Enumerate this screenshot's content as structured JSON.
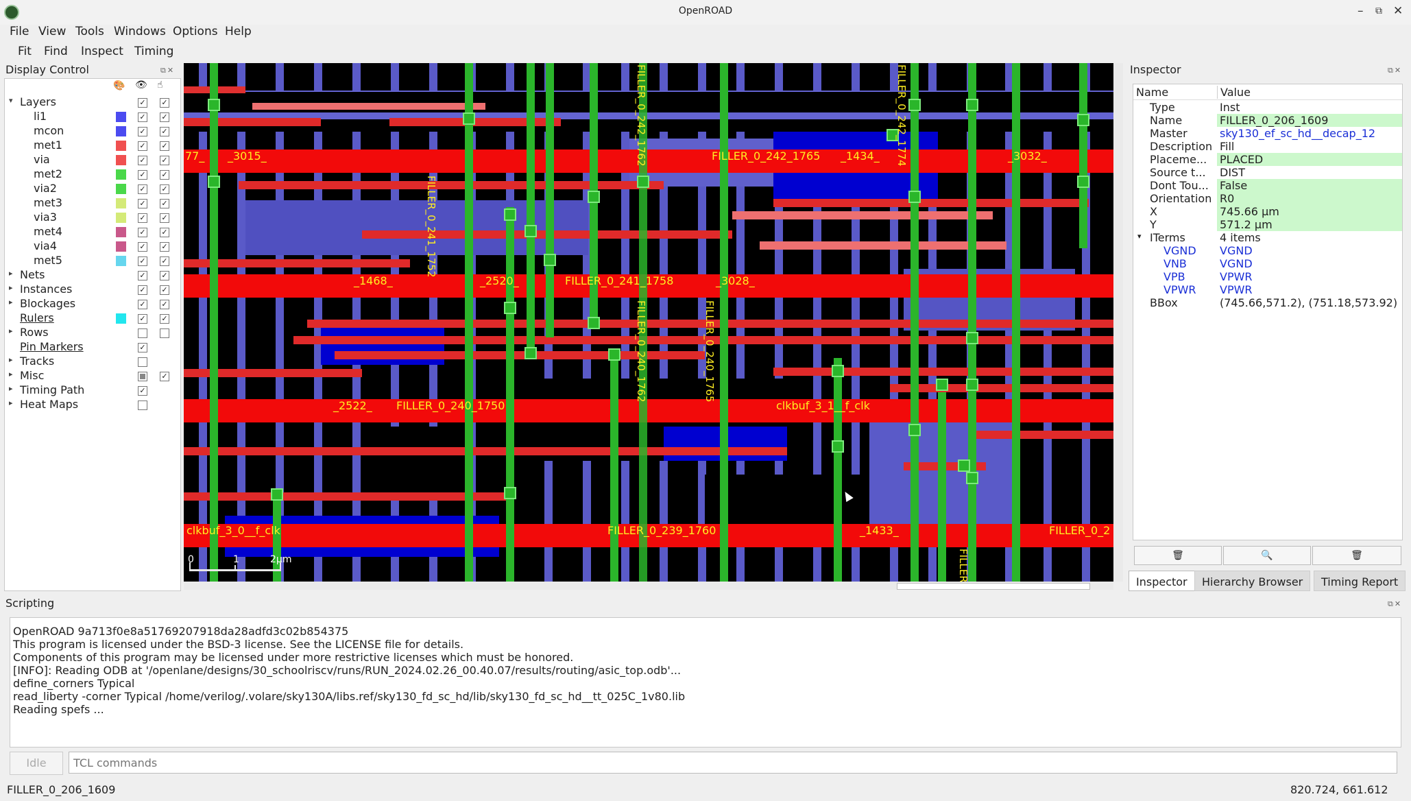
{
  "window": {
    "title": "OpenROAD"
  },
  "menu": [
    "File",
    "View",
    "Tools",
    "Windows",
    "Options",
    "Help"
  ],
  "toolbar": [
    "Fit",
    "Find",
    "Inspect",
    "Timing"
  ],
  "display_control": {
    "title": "Display Control",
    "layers_label": "Layers",
    "layers": [
      {
        "name": "li1",
        "color": "#4b4bf0"
      },
      {
        "name": "mcon",
        "color": "#4b4bf0"
      },
      {
        "name": "met1",
        "color": "#f05050"
      },
      {
        "name": "via",
        "color": "#f05050"
      },
      {
        "name": "met2",
        "color": "#4ad84a"
      },
      {
        "name": "via2",
        "color": "#4ad84a"
      },
      {
        "name": "met3",
        "color": "#d4ea78"
      },
      {
        "name": "via3",
        "color": "#d4ea78"
      },
      {
        "name": "met4",
        "color": "#c9588a"
      },
      {
        "name": "via4",
        "color": "#c9588a"
      },
      {
        "name": "met5",
        "color": "#66d6ee"
      }
    ],
    "groups": [
      "Nets",
      "Instances",
      "Blockages",
      "Rulers",
      "Rows",
      "Pin Markers",
      "Tracks",
      "Misc",
      "Timing Path",
      "Heat Maps"
    ],
    "rulers_color": "#22e6ee"
  },
  "canvas": {
    "labels_h": [
      "77_",
      "_3015_",
      "FILLER_0_242_1765",
      "_1434_",
      "_3032_",
      "_1468_",
      "_2520_",
      "FILLER_0_241_1758",
      "_3028_",
      "_2522_",
      "FILLER_0_240_1750",
      "clkbuf_3_1__f_clk",
      "clkbuf_3_0__f_clk",
      "FILLER_0_239_1760",
      "_1433_",
      "FILLER_0_2"
    ],
    "labels_v": [
      "FILLER_0_242_1762",
      "FILLER_0_242_1774",
      "FILLER_0_241_1752",
      "FILLER_0_240_1762",
      "FILLER_0_240_1765",
      "FILLER"
    ],
    "scale": {
      "zero": "0",
      "one": "1",
      "two": "2μm"
    }
  },
  "inspector": {
    "title": "Inspector",
    "col_name": "Name",
    "col_value": "Value",
    "rows": [
      {
        "k": "Type",
        "v": "Inst",
        "hl": false,
        "link": false
      },
      {
        "k": "Name",
        "v": "FILLER_0_206_1609",
        "hl": true,
        "link": false
      },
      {
        "k": "Master",
        "v": "sky130_ef_sc_hd__decap_12",
        "hl": false,
        "link": true
      },
      {
        "k": "Description",
        "v": "Fill",
        "hl": false,
        "link": false
      },
      {
        "k": "Placeme...",
        "v": "PLACED",
        "hl": true,
        "link": false
      },
      {
        "k": "Source t...",
        "v": "DIST",
        "hl": false,
        "link": false
      },
      {
        "k": "Dont Tou...",
        "v": "False",
        "hl": true,
        "link": false
      },
      {
        "k": "Orientation",
        "v": "R0",
        "hl": true,
        "link": false
      },
      {
        "k": "X",
        "v": "745.66 μm",
        "hl": true,
        "link": false
      },
      {
        "k": "Y",
        "v": "571.2 μm",
        "hl": true,
        "link": false
      }
    ],
    "iterms_label": "ITerms",
    "iterms_value": "4 items",
    "iterms": [
      {
        "k": "VGND",
        "v": "VGND"
      },
      {
        "k": "VNB",
        "v": "VGND"
      },
      {
        "k": "VPB",
        "v": "VPWR"
      },
      {
        "k": "VPWR",
        "v": "VPWR"
      }
    ],
    "bbox_label": "BBox",
    "bbox_value": "(745.66,571.2), (751.18,573.92)",
    "tabs": [
      "Inspector",
      "Hierarchy Browser",
      "Timing Report"
    ]
  },
  "scripting": {
    "title": "Scripting",
    "log": [
      "OpenROAD 9a713f0e8a51769207918da28adfd3c02b854375",
      "This program is licensed under the BSD-3 license. See the LICENSE file for details.",
      "Components of this program may be licensed under more restrictive licenses which must be honored.",
      "[INFO]: Reading ODB at '/openlane/designs/30_schoolriscv/runs/RUN_2024.02.26_00.40.07/results/routing/asic_top.odb'...",
      "define_corners Typical",
      "read_liberty -corner Typical /home/verilog/.volare/sky130A/libs.ref/sky130_fd_sc_hd/lib/sky130_fd_sc_hd__tt_025C_1v80.lib",
      "Reading spefs ..."
    ],
    "idle": "Idle",
    "placeholder": "TCL commands"
  },
  "status": {
    "left": "FILLER_0_206_1609",
    "right": "820.724, 661.612"
  }
}
